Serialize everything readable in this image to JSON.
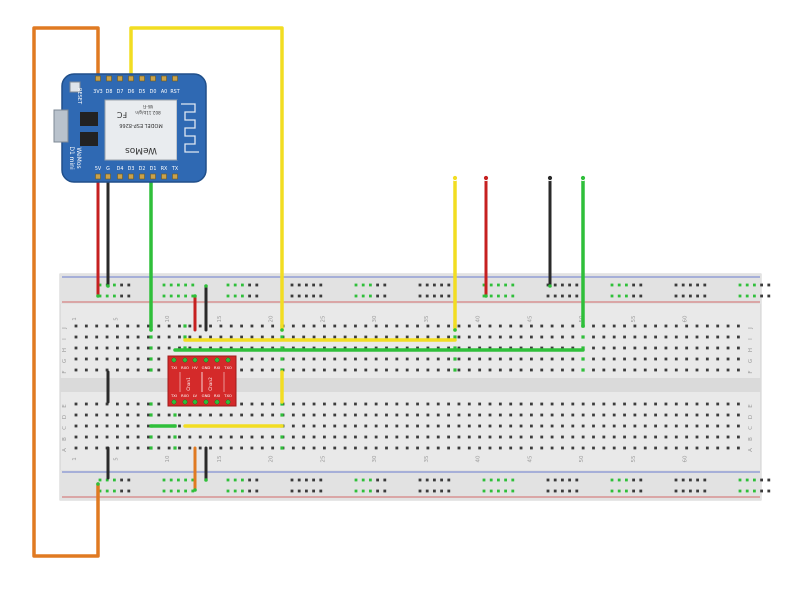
{
  "breadboard": {
    "column_numbers": [
      "1",
      "5",
      "10",
      "15",
      "20",
      "25",
      "30",
      "35",
      "40",
      "45",
      "50",
      "55",
      "60"
    ],
    "row_letters_top": [
      "J",
      "I",
      "H",
      "G",
      "F"
    ],
    "row_letters_bottom": [
      "E",
      "D",
      "C",
      "B",
      "A"
    ]
  },
  "board": {
    "name": "D1 mini",
    "brand": "WeMos",
    "reset_label": "RESET",
    "top_pins": [
      "3V3",
      "D8",
      "D7",
      "D6",
      "D5",
      "D0",
      "A0",
      "RST"
    ],
    "bottom_pins": [
      "5V",
      "G",
      "D4",
      "D3",
      "D2",
      "D1",
      "RX",
      "TX"
    ],
    "module_model": "MODEL ESP-8266",
    "module_vendor": "WeMos",
    "module_fcc": "FC",
    "module_lines": [
      "802.11b/g/n",
      "Wi-Fi"
    ],
    "side_text": [
      "D1 mini",
      "WeMos"
    ]
  },
  "level_shifter": {
    "top_pins": [
      "TXI",
      "RXO",
      "HV",
      "GND",
      "RXI",
      "TXO"
    ],
    "bottom_pins": [
      "TXI",
      "RXO",
      "LV",
      "GND",
      "RXI",
      "TXO"
    ],
    "channel_labels": [
      "Chan1",
      "Chan2"
    ]
  },
  "colors": {
    "red": "#c62020",
    "black": "#2a2a2a",
    "yellow": "#f2dd22",
    "green": "#2fbf3a",
    "orange": "#e07a22",
    "board_blue": "#2f69b3",
    "shifter_red": "#d42a2a",
    "breadboard": "#e9e9e9"
  }
}
